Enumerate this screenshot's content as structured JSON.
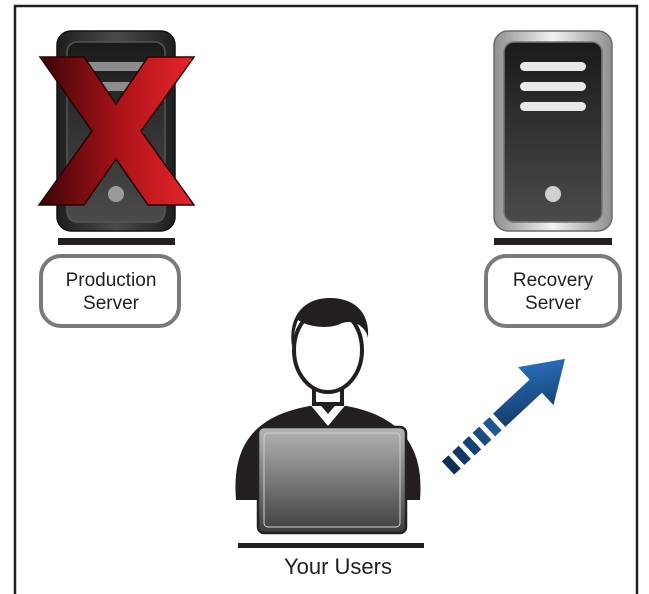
{
  "labels": {
    "production_server": [
      "Production",
      "Server"
    ],
    "recovery_server": [
      "Recovery",
      "Server"
    ],
    "users": "Your Users"
  },
  "colors": {
    "frame": "#231f20",
    "server_dark": "#3a3a3a",
    "server_light": "#d9d9d9",
    "x_red": "#c4161c",
    "x_dark": "#5a0a0c",
    "arrow_dark": "#0f2f57",
    "arrow_light": "#2f74c0",
    "label_border": "#7a7a7a"
  },
  "icons": {
    "production": "server-icon",
    "failure": "x-mark-icon",
    "recovery": "server-icon",
    "user": "person-icon",
    "laptop": "laptop-icon",
    "failover": "arrow-up-right-icon"
  }
}
